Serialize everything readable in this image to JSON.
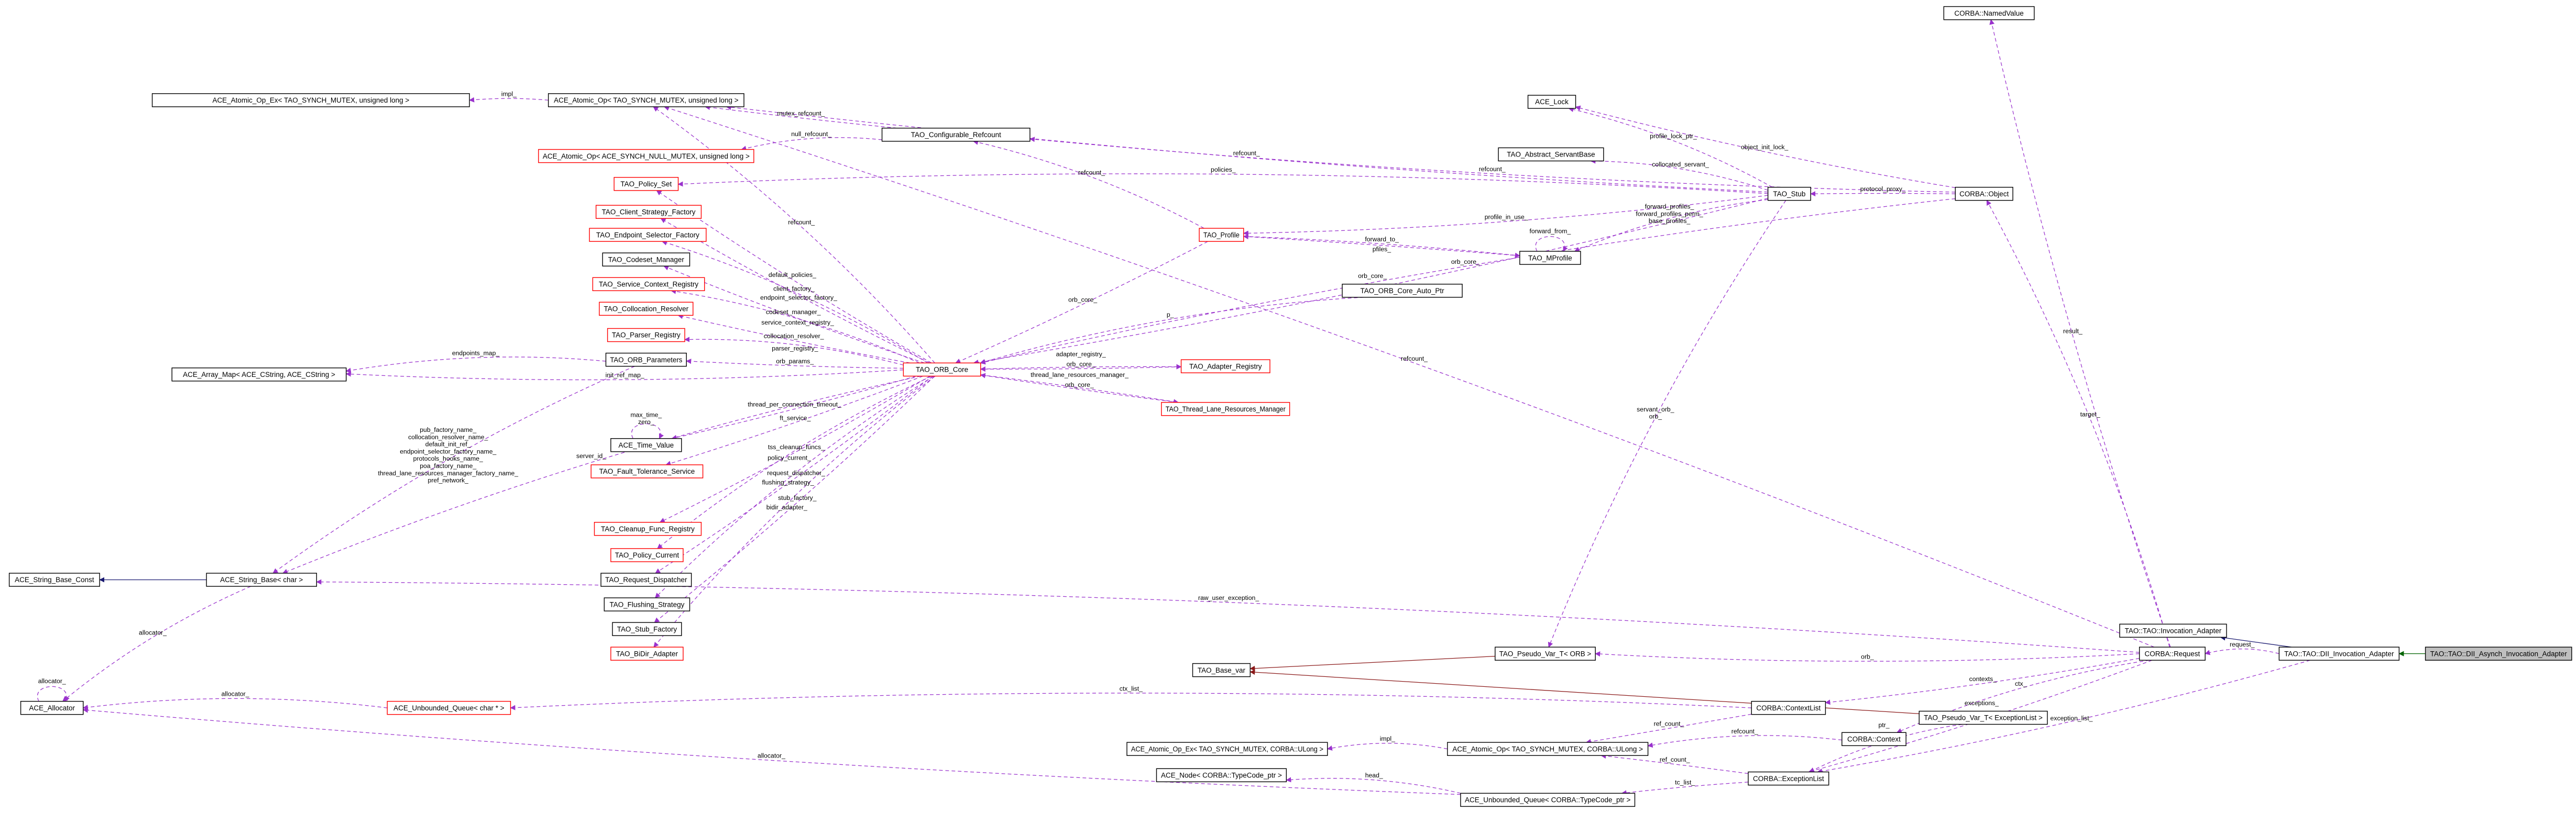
{
  "colors": {
    "usage": "#9a32cd",
    "public": "#191970",
    "protected": "#006400",
    "private": "#8b1a1a",
    "incomplete_border": "#ff0000",
    "focus_fill": "#bfbfbf"
  },
  "nodes": [
    {
      "id": "aopex_ul",
      "label": "ACE_Atomic_Op_Ex< TAO_SYNCH_MUTEX, unsigned long >",
      "style": "normal"
    },
    {
      "id": "aop_ul",
      "label": "ACE_Atomic_Op< TAO_SYNCH_MUTEX, unsigned long >",
      "style": "normal"
    },
    {
      "id": "aop_null",
      "label": "ACE_Atomic_Op< ACE_SYNCH_NULL_MUTEX, unsigned long >",
      "style": "incomplete"
    },
    {
      "id": "cfg_ref",
      "label": "TAO_Configurable_Refcount",
      "style": "normal"
    },
    {
      "id": "policy_set",
      "label": "TAO_Policy_Set",
      "style": "incomplete"
    },
    {
      "id": "client_sf",
      "label": "TAO_Client_Strategy_Factory",
      "style": "incomplete"
    },
    {
      "id": "endpoint_sf",
      "label": "TAO_Endpoint_Selector_Factory",
      "style": "incomplete"
    },
    {
      "id": "codeset",
      "label": "TAO_Codeset_Manager",
      "style": "normal"
    },
    {
      "id": "scr",
      "label": "TAO_Service_Context_Registry",
      "style": "incomplete"
    },
    {
      "id": "coll_res",
      "label": "TAO_Collocation_Resolver",
      "style": "incomplete"
    },
    {
      "id": "parser",
      "label": "TAO_Parser_Registry",
      "style": "incomplete"
    },
    {
      "id": "orb_params",
      "label": "TAO_ORB_Parameters",
      "style": "normal"
    },
    {
      "id": "array_map",
      "label": "ACE_Array_Map< ACE_CString, ACE_CString >",
      "style": "normal"
    },
    {
      "id": "orb_core",
      "label": "TAO_ORB_Core",
      "style": "incomplete"
    },
    {
      "id": "time_value",
      "label": "ACE_Time_Value",
      "style": "normal"
    },
    {
      "id": "ft",
      "label": "TAO_Fault_Tolerance_Service",
      "style": "incomplete"
    },
    {
      "id": "cleanup",
      "label": "TAO_Cleanup_Func_Registry",
      "style": "incomplete"
    },
    {
      "id": "policy_cur",
      "label": "TAO_Policy_Current",
      "style": "incomplete"
    },
    {
      "id": "req_disp",
      "label": "TAO_Request_Dispatcher",
      "style": "normal"
    },
    {
      "id": "flush",
      "label": "TAO_Flushing_Strategy",
      "style": "normal"
    },
    {
      "id": "stub_f",
      "label": "TAO_Stub_Factory",
      "style": "normal"
    },
    {
      "id": "bidir",
      "label": "TAO_BiDir_Adapter",
      "style": "incomplete"
    },
    {
      "id": "sbase_const",
      "label": "ACE_String_Base_Const",
      "style": "normal"
    },
    {
      "id": "sbase",
      "label": "ACE_String_Base< char >",
      "style": "normal"
    },
    {
      "id": "allocator",
      "label": "ACE_Allocator",
      "style": "normal"
    },
    {
      "id": "uq_char",
      "label": "ACE_Unbounded_Queue< char * >",
      "style": "incomplete"
    },
    {
      "id": "profile",
      "label": "TAO_Profile",
      "style": "incomplete"
    },
    {
      "id": "mprofile",
      "label": "TAO_MProfile",
      "style": "normal"
    },
    {
      "id": "auto_ptr",
      "label": "TAO_ORB_Core_Auto_Ptr",
      "style": "normal"
    },
    {
      "id": "adapter_reg",
      "label": "TAO_Adapter_Registry",
      "style": "incomplete"
    },
    {
      "id": "tlrm",
      "label": "TAO_Thread_Lane_Resources_Manager",
      "style": "incomplete"
    },
    {
      "id": "lock",
      "label": "ACE_Lock",
      "style": "normal"
    },
    {
      "id": "servant",
      "label": "TAO_Abstract_ServantBase",
      "style": "normal"
    },
    {
      "id": "stub",
      "label": "TAO_Stub",
      "style": "normal"
    },
    {
      "id": "object",
      "label": "CORBA::Object",
      "style": "normal"
    },
    {
      "id": "named_value",
      "label": "CORBA::NamedValue",
      "style": "normal"
    },
    {
      "id": "inv_adapter",
      "label": "TAO::TAO::Invocation_Adapter",
      "style": "normal"
    },
    {
      "id": "request",
      "label": "CORBA::Request",
      "style": "normal"
    },
    {
      "id": "dii",
      "label": "TAO::TAO::DII_Invocation_Adapter",
      "style": "normal"
    },
    {
      "id": "dii_async",
      "label": "TAO::TAO::DII_Asynch_Invocation_Adapter",
      "style": "focus"
    },
    {
      "id": "pv_orb",
      "label": "TAO_Pseudo_Var_T< ORB >",
      "style": "normal"
    },
    {
      "id": "base_var",
      "label": "TAO_Base_var",
      "style": "normal"
    },
    {
      "id": "pv_exc",
      "label": "TAO_Pseudo_Var_T< ExceptionList >",
      "style": "normal"
    },
    {
      "id": "ctxlist",
      "label": "CORBA::ContextList",
      "style": "normal"
    },
    {
      "id": "context",
      "label": "CORBA::Context",
      "style": "normal"
    },
    {
      "id": "exclist",
      "label": "CORBA::ExceptionList",
      "style": "normal"
    },
    {
      "id": "aopex_ulong",
      "label": "ACE_Atomic_Op_Ex< TAO_SYNCH_MUTEX, CORBA::ULong >",
      "style": "normal"
    },
    {
      "id": "aop_ulong",
      "label": "ACE_Atomic_Op< TAO_SYNCH_MUTEX, CORBA::ULong >",
      "style": "normal"
    },
    {
      "id": "ace_node",
      "label": "ACE_Node< CORBA::TypeCode_ptr >",
      "style": "normal"
    },
    {
      "id": "uq_tc",
      "label": "ACE_Unbounded_Queue< CORBA::TypeCode_ptr >",
      "style": "normal"
    }
  ],
  "edges": [
    {
      "from": "aop_ul",
      "to": "aopex_ul",
      "label": "impl_",
      "kind": "usage"
    },
    {
      "from": "orb_core",
      "to": "aop_ul",
      "label": "refcount_",
      "kind": "usage"
    },
    {
      "from": "cfg_ref",
      "to": "aop_ul",
      "label": "mutex_refcount_",
      "kind": "usage"
    },
    {
      "from": "cfg_ref",
      "to": "aop_null",
      "label": "null_refcount_",
      "kind": "usage"
    },
    {
      "from": "stub",
      "to": "aop_ul",
      "label": "refcount_",
      "kind": "usage"
    },
    {
      "from": "request",
      "to": "aop_ul",
      "label": "refcount_",
      "kind": "usage"
    },
    {
      "from": "object",
      "to": "cfg_ref",
      "label": "refcount_",
      "kind": "usage"
    },
    {
      "from": "profile",
      "to": "cfg_ref",
      "label": "refcount_",
      "kind": "usage"
    },
    {
      "from": "orb_core",
      "to": "policy_set",
      "label": "default_policies_",
      "kind": "usage"
    },
    {
      "from": "stub",
      "to": "policy_set",
      "label": "policies_",
      "kind": "usage"
    },
    {
      "from": "orb_core",
      "to": "client_sf",
      "label": "client_factory_",
      "kind": "usage"
    },
    {
      "from": "orb_core",
      "to": "endpoint_sf",
      "label": "endpoint_selector_factory_",
      "kind": "usage"
    },
    {
      "from": "orb_core",
      "to": "codeset",
      "label": "codeset_manager_",
      "kind": "usage"
    },
    {
      "from": "orb_core",
      "to": "scr",
      "label": "service_context_registry_",
      "kind": "usage"
    },
    {
      "from": "orb_core",
      "to": "coll_res",
      "label": "collocation_resolver_",
      "kind": "usage"
    },
    {
      "from": "orb_core",
      "to": "parser",
      "label": "parser_registry_",
      "kind": "usage"
    },
    {
      "from": "orb_core",
      "to": "orb_params",
      "label": "orb_params_",
      "kind": "usage"
    },
    {
      "from": "orb_params",
      "to": "array_map",
      "label": "endpoints_map_",
      "kind": "usage"
    },
    {
      "from": "orb_core",
      "to": "array_map",
      "label": "init_ref_map_",
      "kind": "usage"
    },
    {
      "from": "orb_params",
      "to": "sbase",
      "label": "pub_factory_name_\ncollocation_resolver_name_\ndefault_init_ref_\nendpoint_selector_factory_name_\nprotocols_hooks_name_\npoa_factory_name_\nthread_lane_resources_manager_factory_name_\npref_network_",
      "kind": "usage"
    },
    {
      "from": "orb_core",
      "to": "time_value",
      "label": "thread_per_connection_timeout_",
      "kind": "usage"
    },
    {
      "from": "time_value",
      "to": "time_value",
      "label": "max_time_\nzero_",
      "kind": "usage"
    },
    {
      "from": "orb_core",
      "to": "ft",
      "label": "ft_service_",
      "kind": "usage"
    },
    {
      "from": "orb_core",
      "to": "sbase",
      "label": "server_id_",
      "kind": "usage"
    },
    {
      "from": "orb_core",
      "to": "cleanup",
      "label": "tss_cleanup_funcs_",
      "kind": "usage"
    },
    {
      "from": "orb_core",
      "to": "policy_cur",
      "label": "policy_current_",
      "kind": "usage"
    },
    {
      "from": "orb_core",
      "to": "req_disp",
      "label": "request_dispatcher_",
      "kind": "usage"
    },
    {
      "from": "orb_core",
      "to": "flush",
      "label": "flushing_strategy_",
      "kind": "usage"
    },
    {
      "from": "orb_core",
      "to": "stub_f",
      "label": "stub_factory_",
      "kind": "usage"
    },
    {
      "from": "orb_core",
      "to": "bidir",
      "label": "bidir_adapter_",
      "kind": "usage"
    },
    {
      "from": "sbase",
      "to": "sbase_const",
      "label": "",
      "kind": "public"
    },
    {
      "from": "sbase",
      "to": "allocator",
      "label": "allocator_",
      "kind": "usage"
    },
    {
      "from": "allocator",
      "to": "allocator",
      "label": "allocator_",
      "kind": "usage"
    },
    {
      "from": "uq_char",
      "to": "allocator",
      "label": "allocator_",
      "kind": "usage"
    },
    {
      "from": "uq_tc",
      "to": "allocator",
      "label": "allocator_",
      "kind": "usage"
    },
    {
      "from": "ctxlist",
      "to": "uq_char",
      "label": "ctx_list_",
      "kind": "usage"
    },
    {
      "from": "profile",
      "to": "orb_core",
      "label": "orb_core_",
      "kind": "usage"
    },
    {
      "from": "auto_ptr",
      "to": "orb_core",
      "label": "p_",
      "kind": "usage"
    },
    {
      "from": "stub",
      "to": "orb_core",
      "label": "orb_core_",
      "kind": "usage"
    },
    {
      "from": "object",
      "to": "orb_core",
      "label": "orb_core_",
      "kind": "usage"
    },
    {
      "from": "adapter_reg",
      "to": "orb_core",
      "label": "orb_core_",
      "kind": "usage"
    },
    {
      "from": "orb_core",
      "to": "adapter_reg",
      "label": "adapter_registry_",
      "kind": "usage"
    },
    {
      "from": "tlrm",
      "to": "orb_core",
      "label": "orb_core_",
      "kind": "usage"
    },
    {
      "from": "orb_core",
      "to": "tlrm",
      "label": "thread_lane_resources_manager_",
      "kind": "usage"
    },
    {
      "from": "profile",
      "to": "mprofile",
      "label": "forward_to_",
      "kind": "usage"
    },
    {
      "from": "mprofile",
      "to": "profile",
      "label": "pfiles_",
      "kind": "usage"
    },
    {
      "from": "mprofile",
      "to": "mprofile",
      "label": "forward_from_",
      "kind": "usage"
    },
    {
      "from": "stub",
      "to": "mprofile",
      "label": "forward_profiles_\nforward_profiles_perm_\nbase_profiles_",
      "kind": "usage"
    },
    {
      "from": "stub",
      "to": "profile",
      "label": "profile_in_use_",
      "kind": "usage"
    },
    {
      "from": "stub",
      "to": "lock",
      "label": "profile_lock_ptr_",
      "kind": "usage"
    },
    {
      "from": "object",
      "to": "lock",
      "label": "object_init_lock_",
      "kind": "usage"
    },
    {
      "from": "stub",
      "to": "servant",
      "label": "collocated_servant_",
      "kind": "usage"
    },
    {
      "from": "object",
      "to": "stub",
      "label": "protocol_proxy_",
      "kind": "usage"
    },
    {
      "from": "stub",
      "to": "pv_orb",
      "label": "servant_orb_\norb_",
      "kind": "usage"
    },
    {
      "from": "request",
      "to": "named_value",
      "label": "result_",
      "kind": "usage"
    },
    {
      "from": "request",
      "to": "object",
      "label": "target_",
      "kind": "usage"
    },
    {
      "from": "request",
      "to": "pv_orb",
      "label": "orb_",
      "kind": "usage"
    },
    {
      "from": "request",
      "to": "sbase",
      "label": "raw_user_exception_",
      "kind": "usage"
    },
    {
      "from": "request",
      "to": "ctxlist",
      "label": "contexts_",
      "kind": "usage"
    },
    {
      "from": "request",
      "to": "context",
      "label": "ctx_",
      "kind": "usage"
    },
    {
      "from": "request",
      "to": "exclist",
      "label": "exceptions_",
      "kind": "usage"
    },
    {
      "from": "dii",
      "to": "request",
      "label": "request_",
      "kind": "usage"
    },
    {
      "from": "dii",
      "to": "exclist",
      "label": "exception_list_",
      "kind": "usage"
    },
    {
      "from": "dii",
      "to": "inv_adapter",
      "label": "",
      "kind": "public"
    },
    {
      "from": "dii_async",
      "to": "dii",
      "label": "",
      "kind": "protected"
    },
    {
      "from": "pv_orb",
      "to": "base_var",
      "label": "",
      "kind": "private"
    },
    {
      "from": "pv_exc",
      "to": "base_var",
      "label": "",
      "kind": "private"
    },
    {
      "from": "pv_exc",
      "to": "exclist",
      "label": "ptr_",
      "kind": "usage"
    },
    {
      "from": "ctxlist",
      "to": "aop_ulong",
      "label": "ref_count_",
      "kind": "usage"
    },
    {
      "from": "context",
      "to": "aop_ulong",
      "label": "refcount_",
      "kind": "usage"
    },
    {
      "from": "exclist",
      "to": "aop_ulong",
      "label": "ref_count_",
      "kind": "usage"
    },
    {
      "from": "aop_ulong",
      "to": "aopex_ulong",
      "label": "impl_",
      "kind": "usage"
    },
    {
      "from": "exclist",
      "to": "uq_tc",
      "label": "tc_list_",
      "kind": "usage"
    },
    {
      "from": "uq_tc",
      "to": "ace_node",
      "label": "head_",
      "kind": "usage"
    }
  ]
}
